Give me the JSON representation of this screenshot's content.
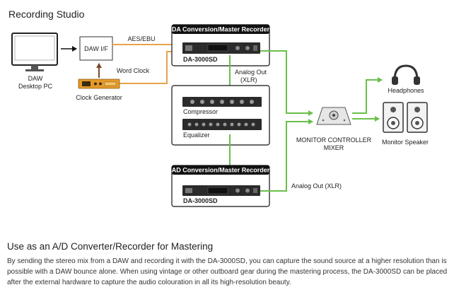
{
  "diagram": {
    "title": "Recording Studio",
    "nodes": {
      "daw_pc": {
        "label_line1": "DAW",
        "label_line2": "Desktop PC"
      },
      "daw_if": {
        "label": "DAW I/F"
      },
      "clock_generator": {
        "label": "Clock Generator"
      },
      "da_group": {
        "header": "DA Conversion/Master Recorder",
        "device": "DA-3000SD"
      },
      "outboard": {
        "compressor": "Compressor",
        "equalizer": "Equalizer"
      },
      "ad_group": {
        "header": "AD Conversion/Master Recorder",
        "device": "DA-3000SD"
      },
      "monitor_controller": {
        "label_line1": "MONITOR CONTROLLER",
        "label_line2": "MIXER"
      },
      "headphones": {
        "label": "Headphones"
      },
      "monitor_speaker": {
        "label": "Monitor Speaker"
      }
    },
    "connections": {
      "aes_ebu": "AES/EBU",
      "word_clock": "Word Clock",
      "analog_out_1_line1": "Analog Out",
      "analog_out_1_line2": "(XLR)",
      "analog_out_2": "Analog Out (XLR)"
    },
    "colors": {
      "orange_line": "#e8a24a",
      "green_line": "#6abf4b",
      "arrow_brown": "#7a4b2a",
      "header_bg": "#111111",
      "device_bg": "#2b2b2b",
      "clock_bg": "#e39a2a"
    }
  },
  "section": {
    "title": "Use as an A/D Converter/Recorder for Mastering",
    "paragraph": "By sending the stereo mix from a DAW and recording it with the DA-3000SD, you can capture the sound source at a higher resolution than is possible with a DAW bounce alone. When using vintage or other outboard gear during the mastering process, the DA-3000SD can be placed after the external hardware to capture the audio colouration in all its high-resolution beauty."
  }
}
